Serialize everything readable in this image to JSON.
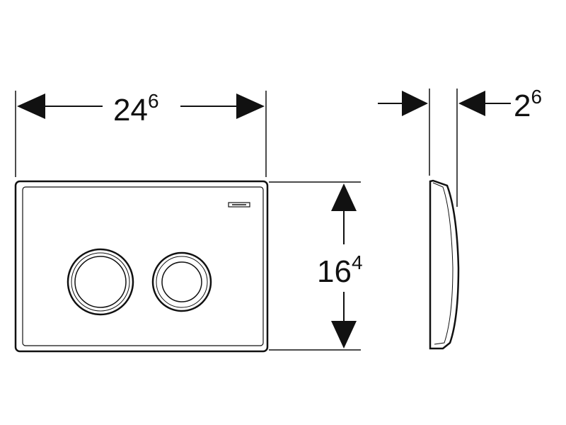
{
  "dimensions": {
    "width": {
      "main": "24",
      "sup": "6"
    },
    "height": {
      "main": "16",
      "sup": "4"
    },
    "depth": {
      "main": "2",
      "sup": "6"
    }
  },
  "colors": {
    "line": "#111111",
    "background": "#ffffff"
  }
}
